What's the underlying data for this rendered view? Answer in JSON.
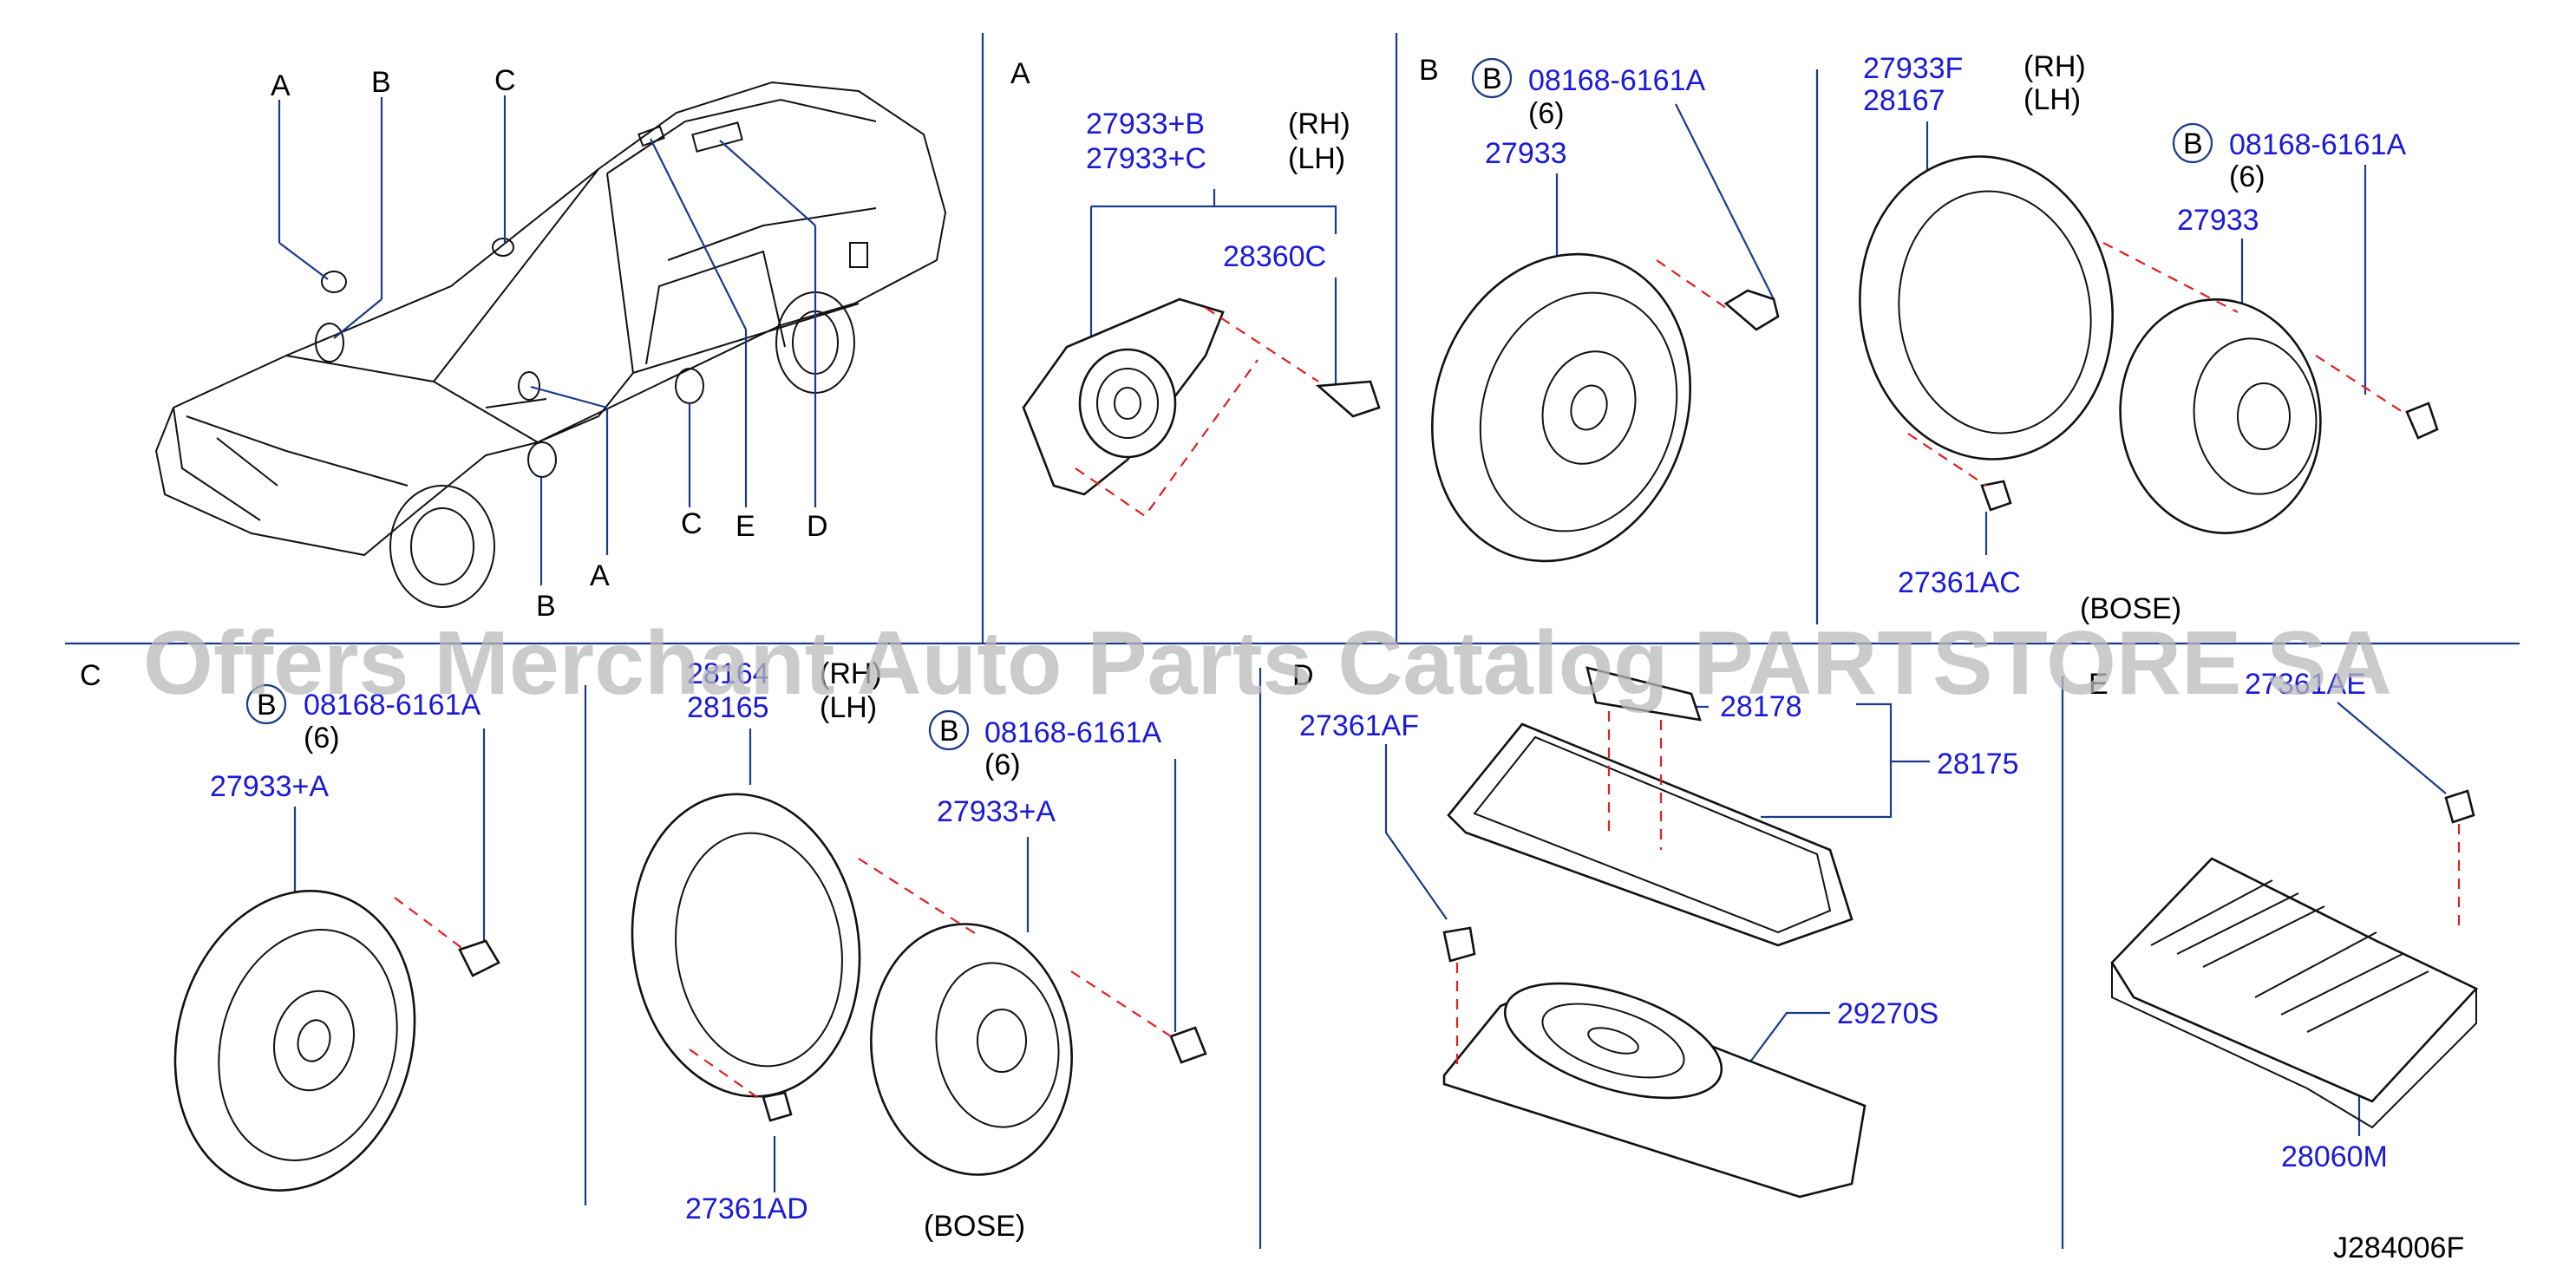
{
  "watermark": "Offers Merchant Auto Parts Catalog PARTSTORE SA",
  "diagram_code": "J284006F",
  "car_callouts": {
    "a1": "A",
    "b1": "B",
    "c1": "C",
    "a2": "A",
    "b2": "B",
    "c2": "C",
    "e": "E",
    "d": "D"
  },
  "sections": {
    "A": {
      "letter": "A",
      "pn1": "27933+B",
      "pn1_side": "(RH)",
      "pn2": "27933+C",
      "pn2_side": "(LH)",
      "pn3": "28360C"
    },
    "B": {
      "letter": "B",
      "bolt_marker": "B",
      "bolt": "08168-6161A",
      "bolt_qty": "(6)",
      "speaker": "27933"
    },
    "B_bose": {
      "pn1": "27933F",
      "pn1_side": "(RH)",
      "pn2": "28167",
      "pn2_side": "(LH)",
      "bolt_marker": "B",
      "bolt": "08168-6161A",
      "bolt_qty": "(6)",
      "speaker": "27933",
      "screw": "27361AC",
      "note": "(BOSE)"
    },
    "C": {
      "letter": "C",
      "bolt_marker": "B",
      "bolt": "08168-6161A",
      "bolt_qty": "(6)",
      "speaker": "27933+A"
    },
    "C_bose": {
      "pn1": "28164",
      "pn1_side": "(RH)",
      "pn2": "28165",
      "pn2_side": "(LH)",
      "bolt_marker": "B",
      "bolt": "08168-6161A",
      "bolt_qty": "(6)",
      "speaker": "27933+A",
      "screw": "27361AD",
      "note": "(BOSE)"
    },
    "D": {
      "letter": "D",
      "screw": "27361AF",
      "grille": "28178",
      "assy": "28175",
      "woofer": "29270S"
    },
    "E": {
      "letter": "E",
      "screw": "27361AE",
      "amp": "28060M"
    }
  }
}
